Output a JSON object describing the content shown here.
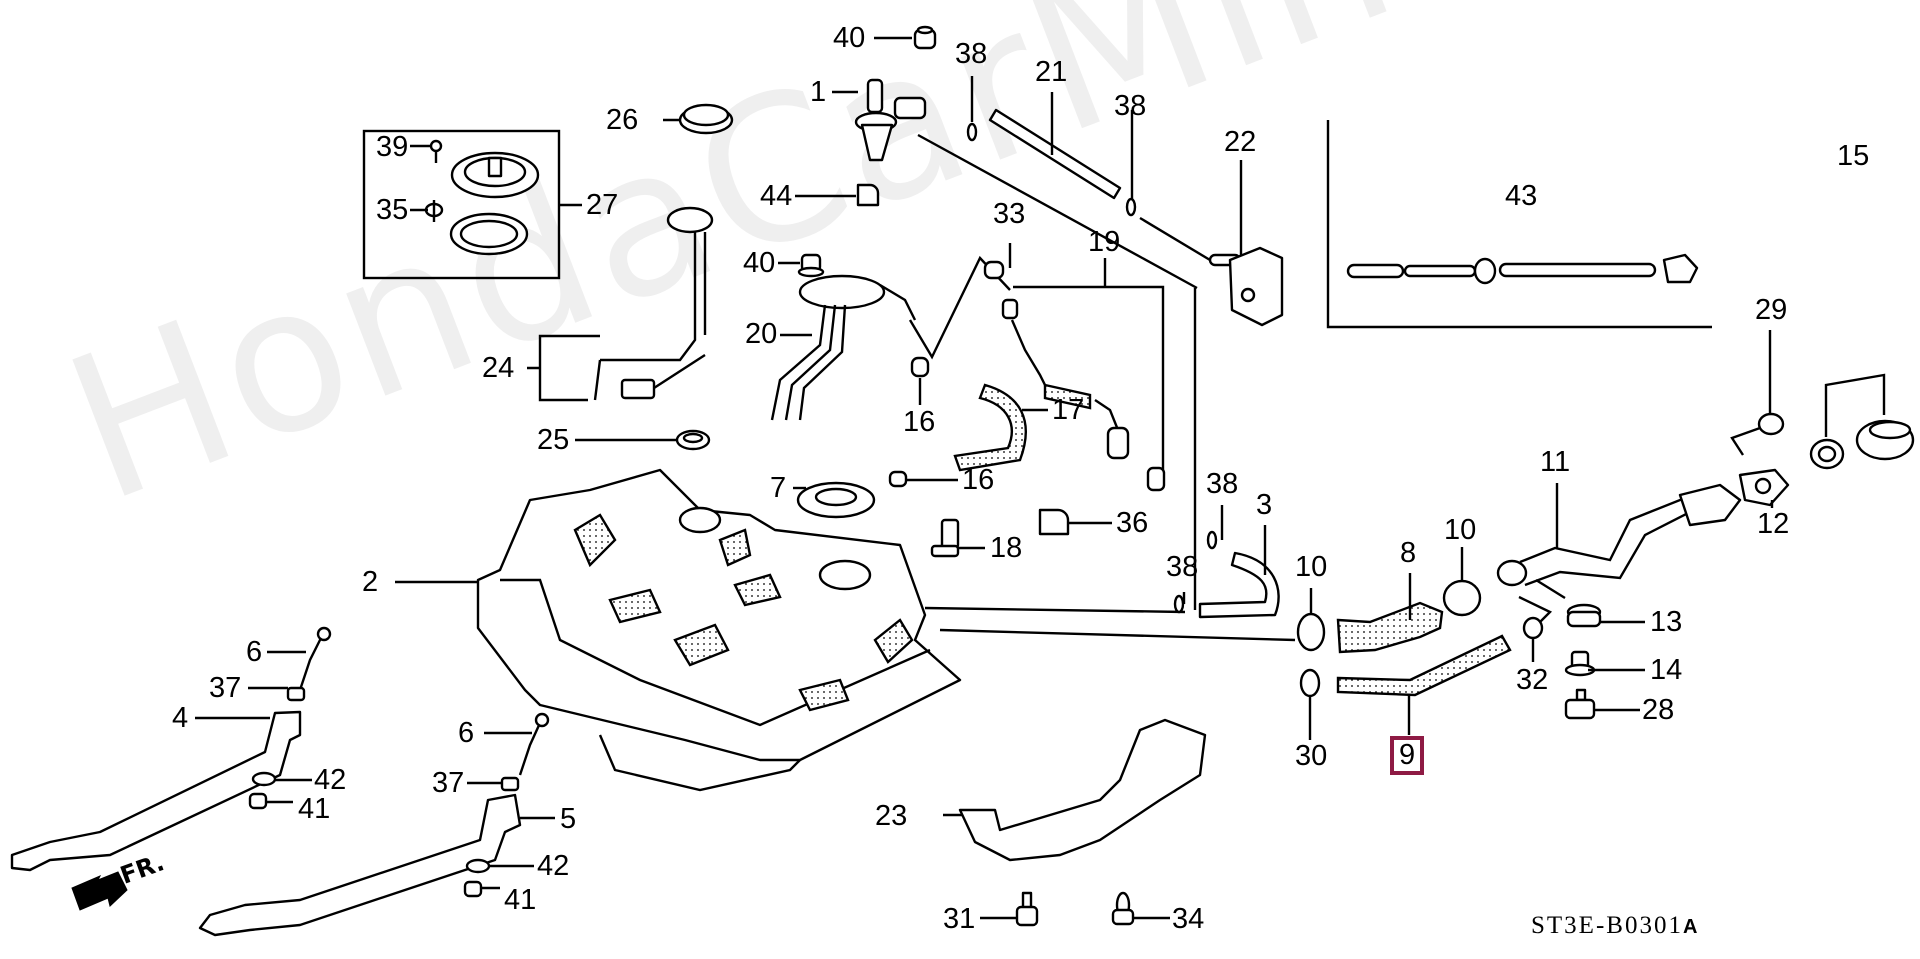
{
  "watermark": "HondaCarMine.ru",
  "diagram_code": "ST3E-B0301",
  "diagram_code_suffix": "A",
  "front_indicator": "FR.",
  "highlight_color": "#8e1a44",
  "highlighted_part": "9",
  "callouts": {
    "p1": "1",
    "p2": "2",
    "p3": "3",
    "p4": "4",
    "p5": "5",
    "p6a": "6",
    "p6b": "6",
    "p7": "7",
    "p8": "8",
    "p9": "9",
    "p10a": "10",
    "p10b": "10",
    "p11": "11",
    "p12": "12",
    "p13": "13",
    "p14": "14",
    "p15": "15",
    "p16a": "16",
    "p16b": "16",
    "p17": "17",
    "p18": "18",
    "p19": "19",
    "p20": "20",
    "p21": "21",
    "p22": "22",
    "p23": "23",
    "p24": "24",
    "p25": "25",
    "p26": "26",
    "p27": "27",
    "p28": "28",
    "p29": "29",
    "p30": "30",
    "p31": "31",
    "p32": "32",
    "p33": "33",
    "p34": "34",
    "p35": "35",
    "p36": "36",
    "p37a": "37",
    "p37b": "37",
    "p38a": "38",
    "p38b": "38",
    "p38c": "38",
    "p38d": "38",
    "p39": "39",
    "p40a": "40",
    "p40b": "40",
    "p41a": "41",
    "p41b": "41",
    "p42a": "42",
    "p42b": "42",
    "p43": "43",
    "p44": "44"
  }
}
